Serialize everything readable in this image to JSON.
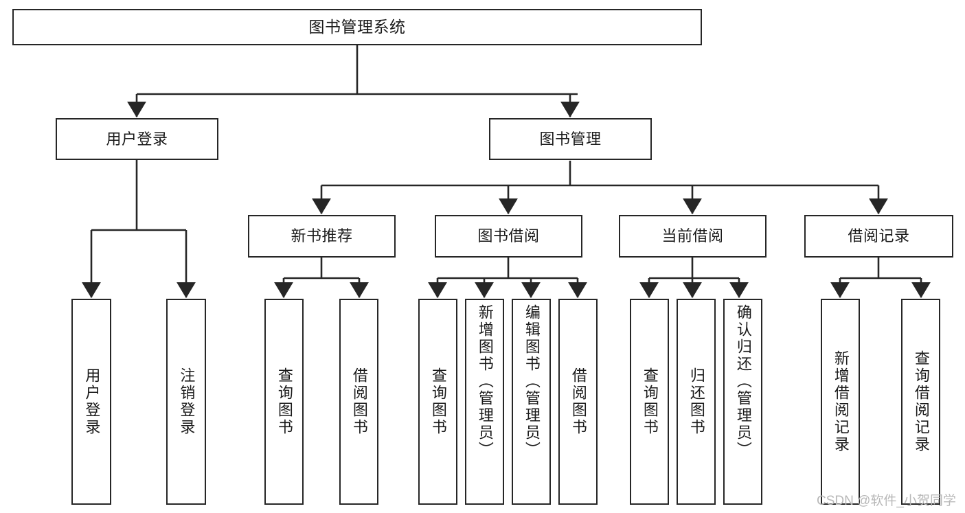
{
  "diagram": {
    "type": "tree",
    "title": "图书管理系统",
    "orientation": "top-down",
    "colors": {
      "box_border": "#262626",
      "box_fill": "#ffffff",
      "edge": "#262626",
      "text": "#1a1a1a",
      "watermark": "#b8b8b8",
      "background": "#ffffff"
    },
    "nodes": {
      "root": "图书管理系统",
      "user_login": "用户登录",
      "book_manage": "图书管理",
      "new_book_recommend": "新书推荐",
      "book_borrow": "图书借阅",
      "current_borrow": "当前借阅",
      "borrow_record": "借阅记录",
      "leaf_user_login": "用户登录",
      "leaf_logout": "注销登录",
      "leaf_query_book_1": "查询图书",
      "leaf_borrow_book_1": "借阅图书",
      "leaf_query_book_2": "查询图书",
      "leaf_add_book": "新增图书（管理员）",
      "leaf_edit_book": "编辑图书（管理员）",
      "leaf_borrow_book_2": "借阅图书",
      "leaf_query_book_3": "查询图书",
      "leaf_return_book": "归还图书",
      "leaf_confirm_return": "确认归还（管理员）",
      "leaf_add_record": "新增借阅记录",
      "leaf_query_record": "查询借阅记录"
    },
    "edges": [
      {
        "from": "root",
        "to": "user_login"
      },
      {
        "from": "root",
        "to": "book_manage"
      },
      {
        "from": "user_login",
        "to": "leaf_user_login"
      },
      {
        "from": "user_login",
        "to": "leaf_logout"
      },
      {
        "from": "book_manage",
        "to": "new_book_recommend"
      },
      {
        "from": "book_manage",
        "to": "book_borrow"
      },
      {
        "from": "book_manage",
        "to": "current_borrow"
      },
      {
        "from": "book_manage",
        "to": "borrow_record"
      },
      {
        "from": "new_book_recommend",
        "to": "leaf_query_book_1"
      },
      {
        "from": "new_book_recommend",
        "to": "leaf_borrow_book_1"
      },
      {
        "from": "book_borrow",
        "to": "leaf_query_book_2"
      },
      {
        "from": "book_borrow",
        "to": "leaf_add_book"
      },
      {
        "from": "book_borrow",
        "to": "leaf_edit_book"
      },
      {
        "from": "book_borrow",
        "to": "leaf_borrow_book_2"
      },
      {
        "from": "current_borrow",
        "to": "leaf_query_book_3"
      },
      {
        "from": "current_borrow",
        "to": "leaf_return_book"
      },
      {
        "from": "current_borrow",
        "to": "leaf_confirm_return"
      },
      {
        "from": "borrow_record",
        "to": "leaf_add_record"
      },
      {
        "from": "borrow_record",
        "to": "leaf_query_record"
      }
    ]
  },
  "watermark": {
    "text": "CSDN @软件_小贺同学"
  }
}
